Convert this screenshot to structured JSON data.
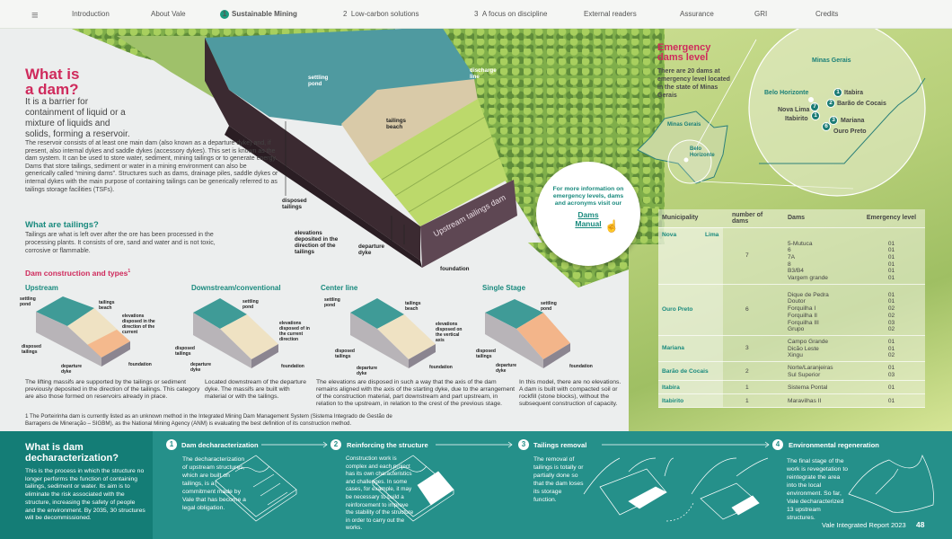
{
  "nav": {
    "items": [
      "Introduction",
      "About Vale",
      "Sustainable Mining",
      "Low-carbon solutions",
      "A focus on discipline",
      "External readers",
      "Assurance",
      "GRI",
      "Credits"
    ],
    "active_number": "1",
    "num2": "2",
    "num3": "3"
  },
  "intro": {
    "title_line1": "What is",
    "title_line2": "a dam?",
    "subtitle": "It is a barrier for containment of liquid or a mixture of liquids and solids, forming a reservoir.",
    "body": "The reservoir consists of at least one main dam (also known as a departure dyke) and, if present, also internal dykes and saddle dykes (accessory dykes). This set is known as the dam system. It can be used to store water, sediment, mining tailings or to generate energy. Dams that store tailings, sediment or water in a mining environment can also be generically called “mining dams”. Structures such as dams, drainage piles, saddle dykes or internal dykes with the main purpose of containing tailings can be generically referred to as tailings storage facilities (TSFs).",
    "tailings_title": "What are tailings?",
    "tailings_body": "Tailings are what is left over after the ore has been processed in the processing plants. It consists of ore, sand and water and is not toxic, corrosive or flammable."
  },
  "main_dam": {
    "settling_pond": "settling pond",
    "discharge_line": "discharge line",
    "tailings_beach": "tailings beach",
    "disposed_tailings": "disposed tailings",
    "elevations": "elevations deposited in the direction of the tailings",
    "departure_dyke": "departure dyke",
    "foundation": "foundation",
    "dam_name": "Upstream tailings dam"
  },
  "manual_bubble": {
    "text": "For more information on emergency levels, dams and acronyms visit our",
    "link": "Dams Manual"
  },
  "types": {
    "title": "Dam construction and types",
    "footnote_mark": "1",
    "labels": {
      "settling_pond": "settling pond",
      "tailings_beach": "tailings beach",
      "disposed_tailings": "disposed tailings",
      "departure_dyke": "departure dyke",
      "foundation": "foundation"
    },
    "items": [
      {
        "name": "Upstream",
        "elevation": "elevations disposed in the direction of the current",
        "description": "The lifting massifs are supported by the tailings or sediment previously deposited in the direction of the tailings. This category are also those formed on reservoirs already in place."
      },
      {
        "name": "Downstream/conventional",
        "elevation": "elevations disposed of in the current direction",
        "description": "Located downstream of the departure dyke. The massifs are built with material or with the tailings."
      },
      {
        "name": "Center line",
        "elevation": "elevations disposed on the vertical axis",
        "description": "The elevations are disposed in such a way that the axis of the dam remains aligned with the axis of the starting dyke, due to the arrangement of the construction material, part downstream and part upstream, in relation to the upstream, in relation to the crest of the previous stage."
      },
      {
        "name": "Single Stage",
        "elevation": "",
        "description": "In this model, there are no elevations. A dam is built with compacted soil or rockfill (stone blocks), without the subsequent construction of capacity."
      }
    ],
    "footnote": "1   The Porteirinha dam is currently listed as an unknown method in the Integrated Mining Dam Management System (Sistema Integrado de Gestão de Barragens de Mineração – SIGBM), as the National Mining Agency (ANM) is evaluating the best definition of its construction method."
  },
  "emergency": {
    "title_line1": "Emergency",
    "title_line2": "dams level",
    "body": "There are 20 dams at emergency level located in the state of Minas Gerais",
    "map": {
      "state": "Minas Gerais",
      "capital": "Belo Horizonte",
      "pins": [
        {
          "city": "Itabira",
          "count": "1"
        },
        {
          "city": "Barão de Cocais",
          "count": "2"
        },
        {
          "city": "Nova Lima",
          "count": "7"
        },
        {
          "city": "Itabirito",
          "count": "1"
        },
        {
          "city": "Mariana",
          "count": "3"
        },
        {
          "city": "Ouro Preto",
          "count": "6"
        }
      ]
    },
    "table": {
      "headers": [
        "Municipality",
        "number of dams",
        "Dams",
        "Emergency level"
      ],
      "rows": [
        {
          "municipality": "Nova Lima",
          "count": "7",
          "dams": [
            "5-Mutuca",
            "6",
            "7A",
            "8",
            "B3/B4",
            "Vargem grande"
          ],
          "levels": [
            "01",
            "01",
            "01",
            "01",
            "01",
            "01"
          ]
        },
        {
          "municipality": "Ouro Preto",
          "count": "6",
          "dams": [
            "Dique de Pedra",
            "Doutor",
            "Forquilha I",
            "Forquilha II",
            "Forquilha III",
            "Grupo"
          ],
          "levels": [
            "01",
            "01",
            "02",
            "02",
            "03",
            "02"
          ]
        },
        {
          "municipality": "Mariana",
          "count": "3",
          "dams": [
            "Campo Grande",
            "Dicão Leste",
            "Xingu"
          ],
          "levels": [
            "01",
            "01",
            "02"
          ]
        },
        {
          "municipality": "Barão de Cocais",
          "count": "2",
          "dams": [
            "Norte/Laranjeiras",
            "Sul Superior"
          ],
          "levels": [
            "01",
            "03"
          ]
        },
        {
          "municipality": "Itabira",
          "count": "1",
          "dams": [
            "Sistema Pontal"
          ],
          "levels": [
            "01"
          ]
        },
        {
          "municipality": "Itabirito",
          "count": "1",
          "dams": [
            "Maravilhas II"
          ],
          "levels": [
            "01"
          ]
        }
      ]
    }
  },
  "decharacterization": {
    "title": "What is dam decharacterization?",
    "body": "This is the process in which the structure no longer performs the function of containing tailings, sediment or water. Its aim is to eliminate the risk associated with the structure, increasing the safety of people and the environment. By 2035, 30 structures will be decommissioned.",
    "steps": [
      {
        "number": "1",
        "title": "Dam decharacterization",
        "text": "The decharacterization of upstream structures, which are built on tailings, is a commitment made by Vale that has become a legal obligation."
      },
      {
        "number": "2",
        "title": "Reinforcing the structure",
        "text": "Construction work is complex and each project has its own characteristics and challenges. In some cases, for example, it may be necessary to build a reinforcement to improve the stability of the structure in order to carry out the works."
      },
      {
        "number": "3",
        "title": "Tailings removal",
        "text": "The removal of tailings is totally or partially done so that the dam loses its storage function."
      },
      {
        "number": "4",
        "title": "Environmental regeneration",
        "text": "The final stage of the work is revegetation to reintegrate the area into the local environment. So far, Vale decharacterized 13 upstream structures."
      }
    ]
  },
  "footer": {
    "report": "Vale Integrated Report 2023",
    "page": "48"
  },
  "colors": {
    "pink": "#cf2a5c",
    "teal": "#1a8a7e",
    "band": "#25908a"
  }
}
